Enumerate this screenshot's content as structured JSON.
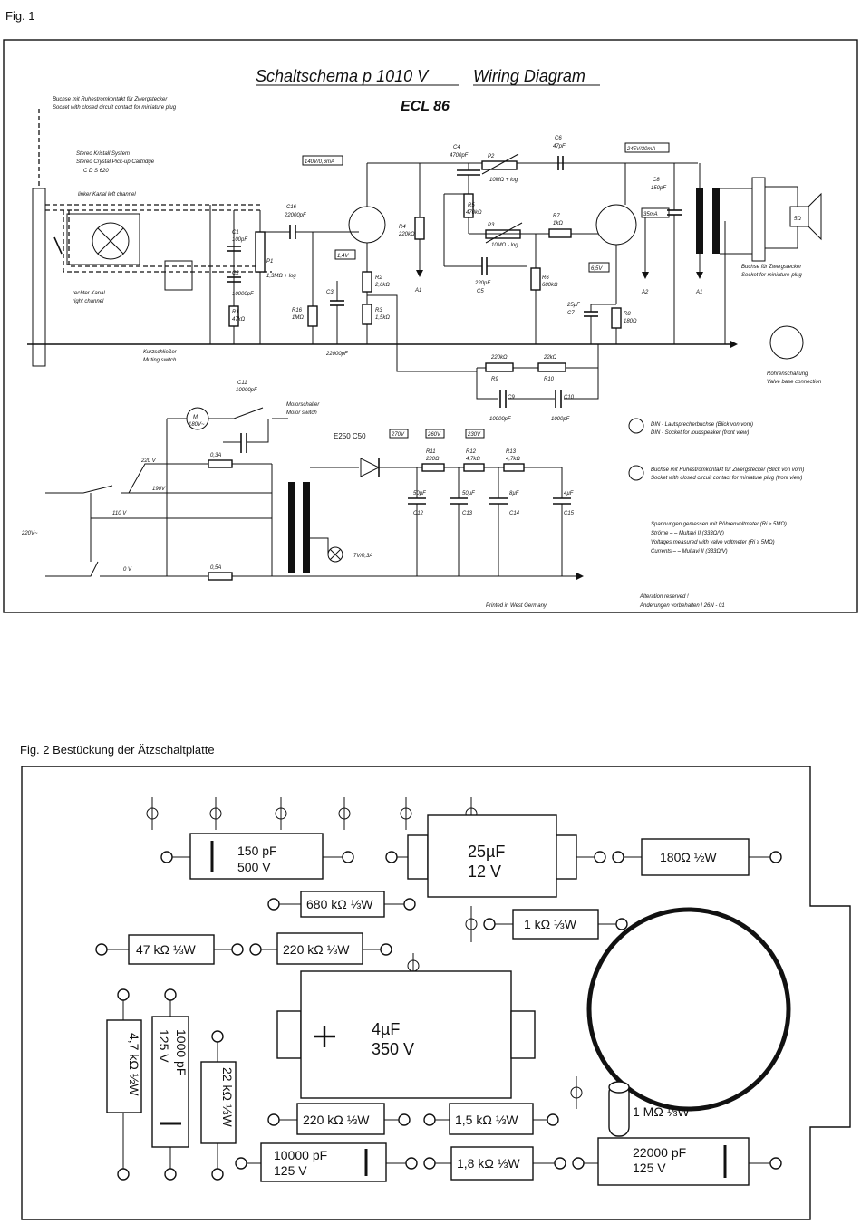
{
  "fig1": {
    "label": "Fig. 1",
    "title_de": "Schaltschema p 1010 V",
    "title_en": "Wiring Diagram",
    "tube": "ECL 86",
    "rectifier": "E250 C50",
    "socket_note_de": "Buchse mit Ruhestromkontakt für Zwergstecker",
    "socket_note_en": "Socket with closed circuit contact for miniature plug",
    "cartridge_de": "Stereo Kristall System",
    "cartridge_en": "Stereo Crystal Pick-up Cartridge",
    "cartridge_model": "C D S 620",
    "left_channel": "linker Kanal  left channel",
    "right_channel_de": "rechter Kanal",
    "right_channel_en": "right channel",
    "muting_de": "Kurzschließer",
    "muting_en": "Muting switch",
    "motor_switch_de": "Motorschalter",
    "motor_switch_en": "Motor switch",
    "valve_base_de": "Röhrenschaltung",
    "valve_base_en": "Valve base connection",
    "speaker_socket_de": "Buchse für Zwergstecker",
    "speaker_socket_en": "Socket for miniature-plug",
    "din_de": "DIN - Lautsprecherbuchse (Blick von vorn)",
    "din_en": "DIN - Socket for loudspeaker (front view)",
    "socket2_de": "Buchse mit Ruhestromkontakt für Zwergstecker (Blick von vorn)",
    "socket2_en": "Socket with closed circuit contact for miniature plug (front view)",
    "voltages_de": "Spannungen gemessen mit Röhrenvoltmeter (Ri ≥ 5MΩ)",
    "currents_de": "Ströme  –  –  Multavi II (333Ω/V)",
    "voltages_en": "Voltages measured with valve voltmeter (Ri ≥ 5MΩ)",
    "currents_en": "Currents  –  –  Multavi II (333Ω/V)",
    "reserved_en": "Alteration reserved !",
    "reserved_de": "Änderungen vorbehalten !  26N - 01",
    "printed": "Printed in West Germany",
    "mains": "220V~",
    "v_220": "220 V",
    "v_190": "190V",
    "v_110": "110 V",
    "v_0": "0 V",
    "fuse1": "0,3A",
    "fuse2": "0,5A",
    "lamp": "7V/0,3A",
    "motor": "M",
    "motor_sub": "180V~",
    "speaker_ohm": "5Ω",
    "a1": "A1",
    "a2": "A2",
    "labels_v": [
      "140V/0,6mA",
      "245V/30mA",
      "1,4V",
      "6,5V",
      "270V",
      "260V",
      "230V",
      "35mA"
    ],
    "parts": [
      {
        "id": "C1",
        "val": "100pF"
      },
      {
        "id": "C2",
        "val": "10000pF"
      },
      {
        "id": "R1",
        "val": "47kΩ"
      },
      {
        "id": "P1",
        "val": "1,3MΩ + log"
      },
      {
        "id": "C16",
        "val": "22000pF"
      },
      {
        "id": "R16",
        "val": "1MΩ"
      },
      {
        "id": "C3",
        "val": "22000pF"
      },
      {
        "id": "R2",
        "val": "2,6kΩ"
      },
      {
        "id": "R3",
        "val": "1,5kΩ"
      },
      {
        "id": "R4",
        "val": "220kΩ"
      },
      {
        "id": "C4",
        "val": "4700pF"
      },
      {
        "id": "P2",
        "val": "10MΩ + log."
      },
      {
        "id": "R5",
        "val": "470kΩ"
      },
      {
        "id": "P3",
        "val": "10MΩ - log."
      },
      {
        "id": "C5",
        "val": "220pF"
      },
      {
        "id": "R6",
        "val": "680kΩ"
      },
      {
        "id": "R7",
        "val": "1kΩ"
      },
      {
        "id": "C6",
        "val": "47pF"
      },
      {
        "id": "C8",
        "val": "150pF"
      },
      {
        "id": "C7",
        "val": "25µF"
      },
      {
        "id": "R8",
        "val": "180Ω"
      },
      {
        "id": "R9",
        "val": "220kΩ"
      },
      {
        "id": "R10",
        "val": "22kΩ"
      },
      {
        "id": "C9",
        "val": "10000pF"
      },
      {
        "id": "C10",
        "val": "1000pF"
      },
      {
        "id": "C11",
        "val": "10000pF"
      },
      {
        "id": "R11",
        "val": "220Ω"
      },
      {
        "id": "R12",
        "val": "4,7kΩ"
      },
      {
        "id": "R13",
        "val": "4,7kΩ"
      },
      {
        "id": "C12",
        "val": "50µF"
      },
      {
        "id": "C13",
        "val": "50µF"
      },
      {
        "id": "C14",
        "val": "8µF"
      },
      {
        "id": "C15",
        "val": "4µF"
      }
    ]
  },
  "fig2": {
    "label": "Fig. 2  Bestückung der Ätzschaltplatte",
    "components": [
      {
        "l1": "150 pF",
        "l2": "500 V"
      },
      {
        "l1": "25µF",
        "l2": "12 V"
      },
      {
        "l1": "180Ω ½W",
        "l2": ""
      },
      {
        "l1": "680 kΩ ⅓W",
        "l2": ""
      },
      {
        "l1": "1 kΩ ⅓W",
        "l2": ""
      },
      {
        "l1": "47 kΩ ⅓W",
        "l2": ""
      },
      {
        "l1": "220 kΩ ⅓W",
        "l2": ""
      },
      {
        "l1": "4µF",
        "l2": "350 V"
      },
      {
        "l1": "4,7 kΩ ½W",
        "l2": ""
      },
      {
        "l1": "1000 pF",
        "l2": "125 V"
      },
      {
        "l1": "22 kΩ ⅓W",
        "l2": ""
      },
      {
        "l1": "220 kΩ ⅓W",
        "l2": ""
      },
      {
        "l1": "1,5 kΩ ⅓W",
        "l2": ""
      },
      {
        "l1": "1 MΩ ⅓W",
        "l2": ""
      },
      {
        "l1": "10000 pF",
        "l2": "125 V"
      },
      {
        "l1": "1,8 kΩ ⅓W",
        "l2": ""
      },
      {
        "l1": "22000 pF",
        "l2": "125 V"
      }
    ]
  }
}
